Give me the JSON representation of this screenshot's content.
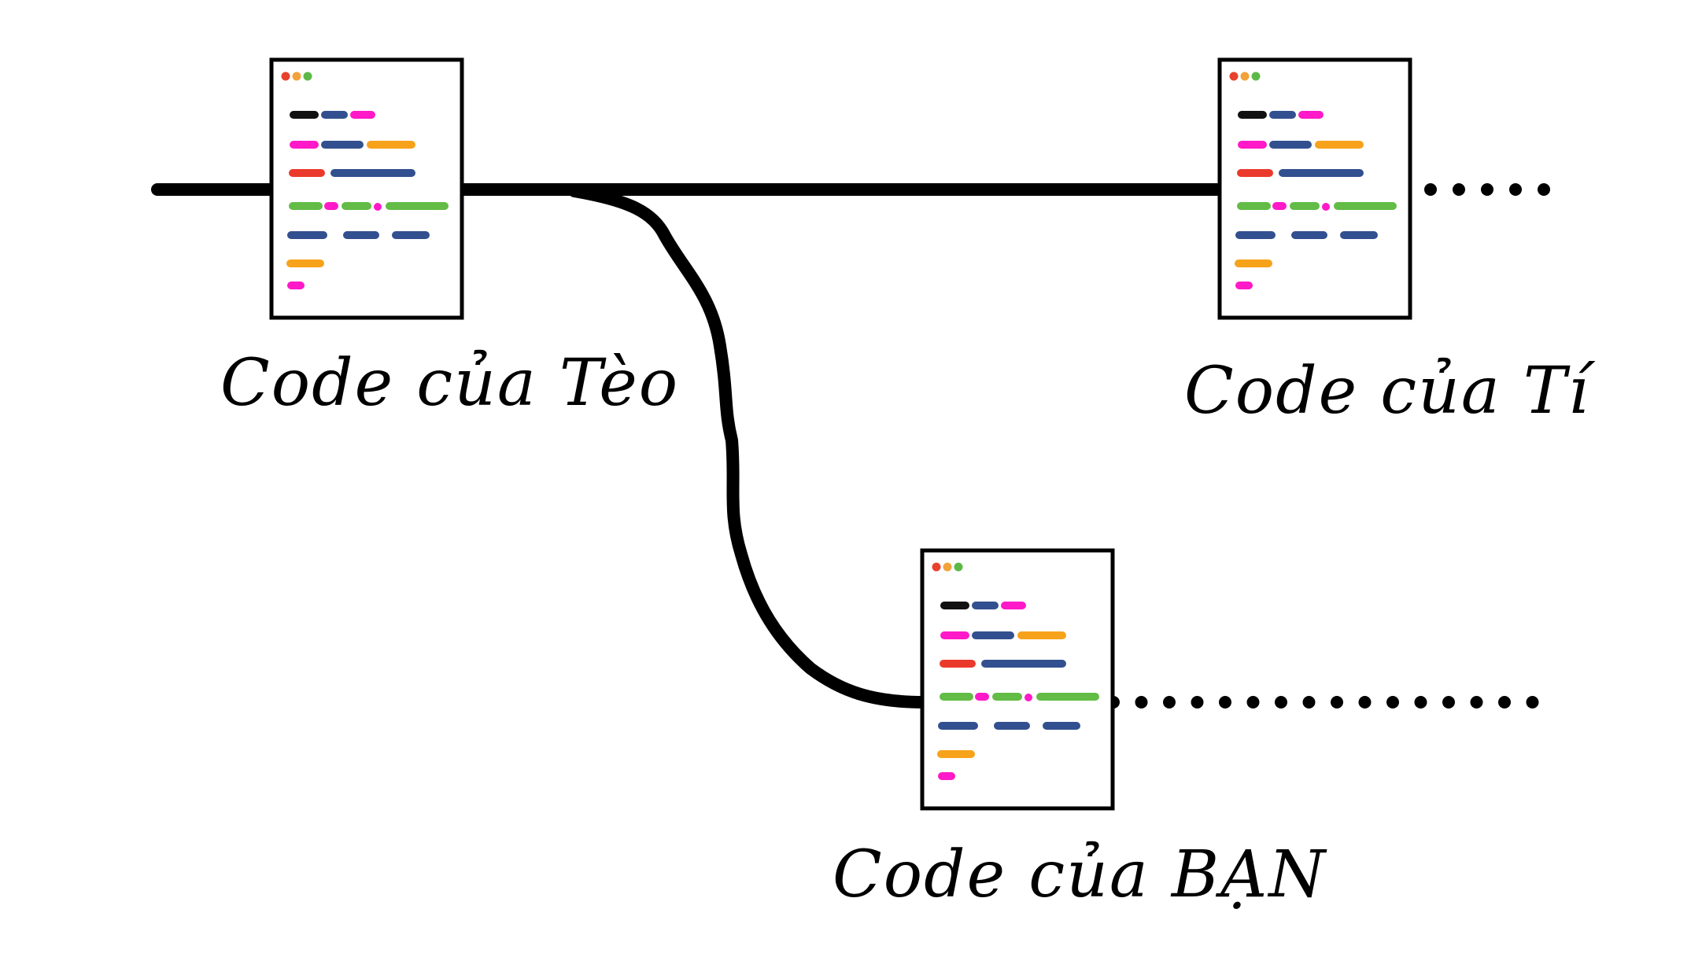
{
  "nodes": [
    {
      "id": "teo",
      "label": "Code của Tèo"
    },
    {
      "id": "ti",
      "label": "Code của Tí"
    },
    {
      "id": "ban",
      "label": "Code của BẠN"
    }
  ],
  "edges": [
    {
      "from": "teo",
      "to": "ti",
      "type": "main-branch"
    },
    {
      "from": "teo",
      "to": "ban",
      "type": "fork"
    }
  ],
  "colors": {
    "line": "#000000",
    "traffic_red": "#e8412c",
    "traffic_yellow": "#f2a23a",
    "traffic_green": "#5cb947",
    "code_black": "#111111",
    "code_blue": "#32508f",
    "code_magenta": "#ff19c8",
    "code_orange": "#f7a21b",
    "code_red": "#ea3a2b",
    "code_green": "#62bc46"
  }
}
